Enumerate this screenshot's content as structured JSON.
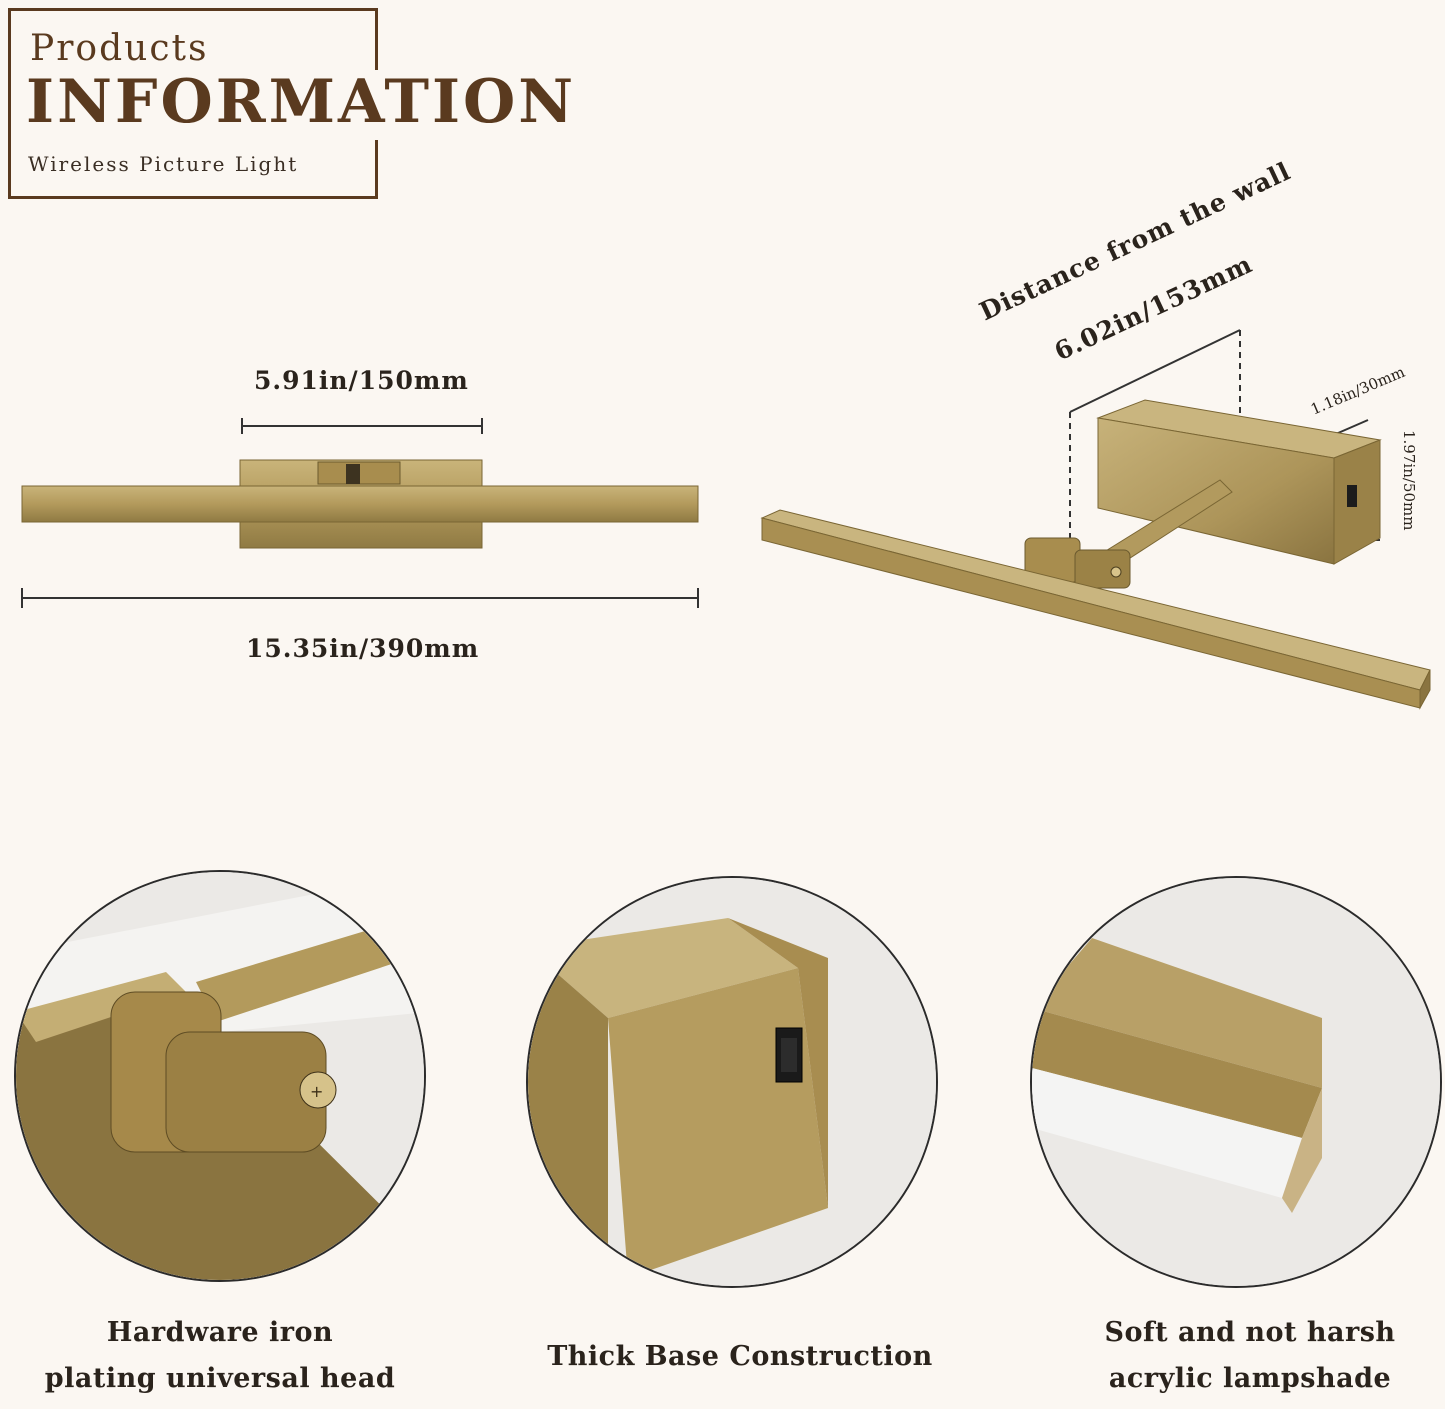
{
  "header": {
    "line1": "Products",
    "line2": "INFORMATION",
    "line3": "Wireless Picture Light"
  },
  "front_view": {
    "base_width": "5.91in/150mm",
    "total_width": "15.35in/390mm"
  },
  "side_view": {
    "distance_label": "Distance from the wall",
    "distance_value": "6.02in/153mm",
    "depth": "1.18in/30mm",
    "height": "1.97in/50mm"
  },
  "details": [
    {
      "line1": "Hardware iron",
      "line2": "plating universal head"
    },
    {
      "line1": "Thick Base Construction"
    },
    {
      "line1": "Soft and not harsh",
      "line2": "acrylic lampshade"
    }
  ],
  "colors": {
    "brass": "#b39a5c",
    "frame": "#5a3a1f",
    "background": "#fbf7f2"
  }
}
